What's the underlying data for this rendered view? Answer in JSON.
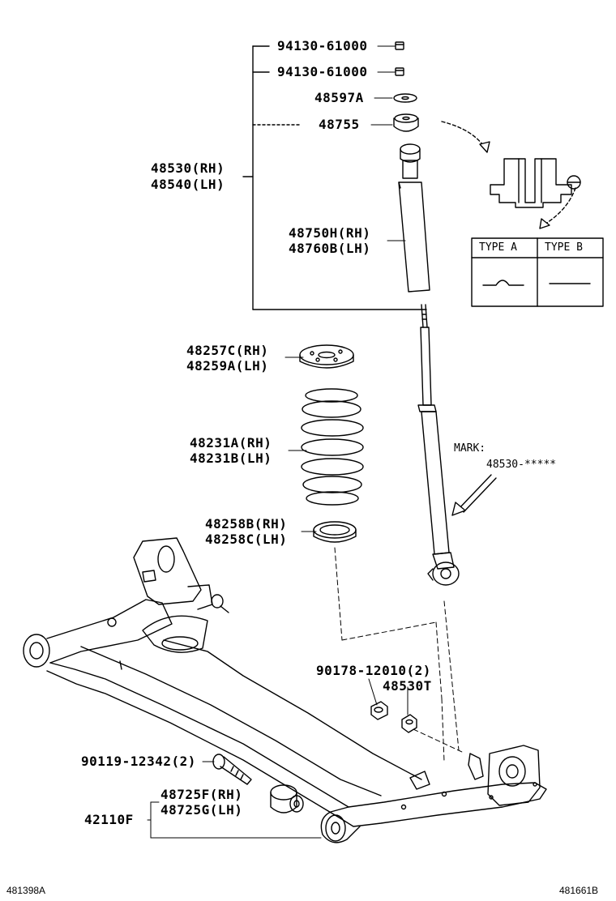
{
  "parts": {
    "p_94130_a": "94130-61000",
    "p_94130_b": "94130-61000",
    "p_48597a": "48597A",
    "p_48755": "48755",
    "p_48530_rh": "48530(RH)",
    "p_48540_lh": "48540(LH)",
    "p_48750h_rh": "48750H(RH)",
    "p_48760b_lh": "48760B(LH)",
    "p_48257c_rh": "48257C(RH)",
    "p_48259a_lh": "48259A(LH)",
    "p_48231a_rh": "48231A(RH)",
    "p_48231b_lh": "48231B(LH)",
    "p_48258b_rh": "48258B(RH)",
    "p_48258c_lh": "48258C(LH)",
    "p_90178": "90178-12010(2)",
    "p_48530t": "48530T",
    "p_90119": "90119-12342(2)",
    "p_48725f_rh": "48725F(RH)",
    "p_48725g_lh": "48725G(LH)",
    "p_42110f": "42110F"
  },
  "mark": {
    "label": "MARK:",
    "value": "48530-*****"
  },
  "type_table": {
    "type_a": "TYPE A",
    "type_b": "TYPE B"
  },
  "footer": {
    "left_code": "481398A",
    "right_code": "481661B"
  }
}
